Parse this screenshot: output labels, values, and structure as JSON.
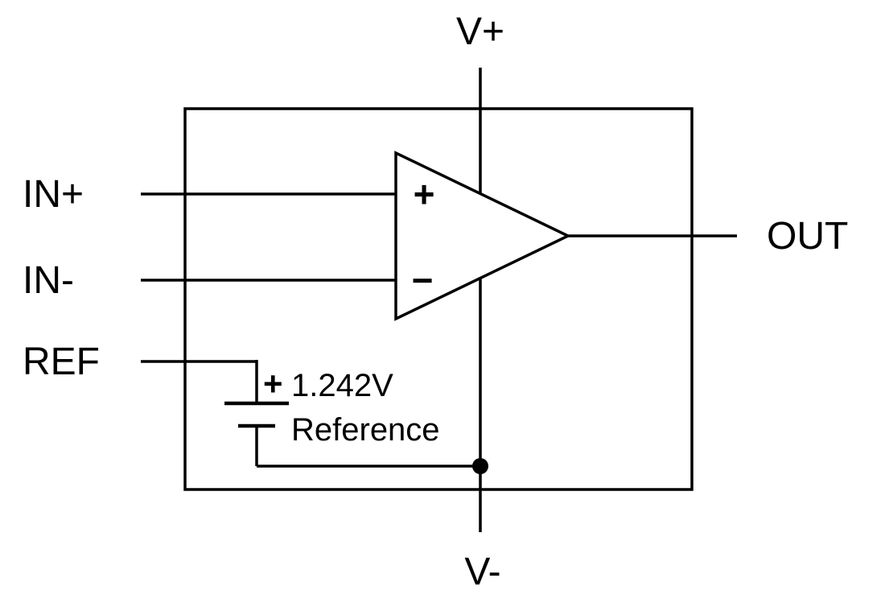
{
  "diagram": {
    "labels": {
      "vplus": "V+",
      "vminus": "V-",
      "in_plus": "IN+",
      "in_minus": "IN-",
      "ref": "REF",
      "out": "OUT"
    },
    "opamp": {
      "plus_symbol": "+",
      "minus_symbol": "−"
    },
    "reference": {
      "plus_symbol": "+",
      "voltage": "1.242V",
      "name": "Reference"
    },
    "colors": {
      "line": "#000000",
      "background": "#ffffff"
    }
  }
}
